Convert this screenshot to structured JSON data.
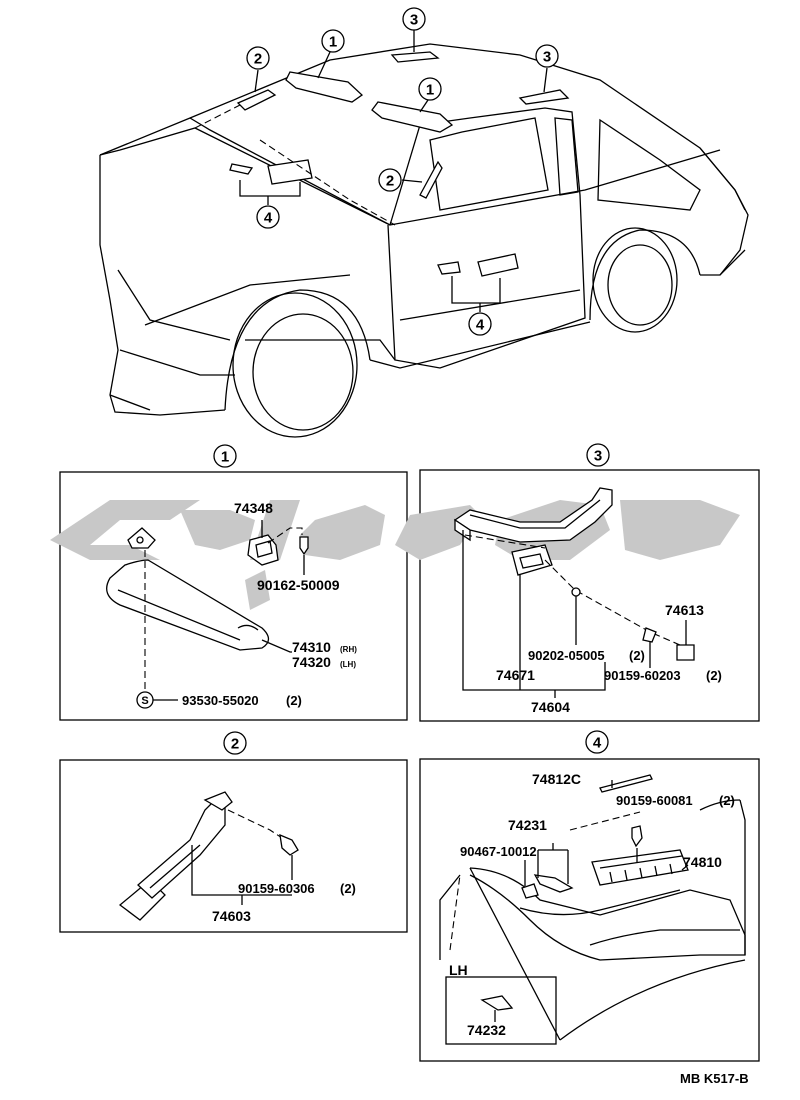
{
  "callouts": {
    "one": "1",
    "two": "2",
    "three": "3",
    "four": "4",
    "s": "S"
  },
  "panel1": {
    "parts": {
      "bracket": "74348",
      "screw": "90162-50009",
      "visor_rh": "74310",
      "visor_rh_side": "(RH)",
      "visor_lh": "74320",
      "visor_lh_side": "(LH)",
      "s_part": "93530-55020",
      "s_qty": "(2)"
    }
  },
  "panel2": {
    "parts": {
      "bolt": "90159-60306",
      "bolt_qty": "(2)",
      "grip": "74603"
    }
  },
  "panel3": {
    "parts": {
      "clip": "74613",
      "washer": "90202-05005",
      "washer_qty": "(2)",
      "screw": "90159-60203",
      "screw_qty": "(2)",
      "cover": "74671",
      "assy": "74604"
    }
  },
  "panel4": {
    "parts": {
      "strip": "74812C",
      "screw": "90159-60081",
      "screw_qty": "(2)",
      "handle": "74231",
      "clip": "90467-10012",
      "pocket": "74810",
      "lh_label": "LH",
      "lh_part": "74232"
    }
  },
  "footer": {
    "code": "MB K517-B"
  }
}
